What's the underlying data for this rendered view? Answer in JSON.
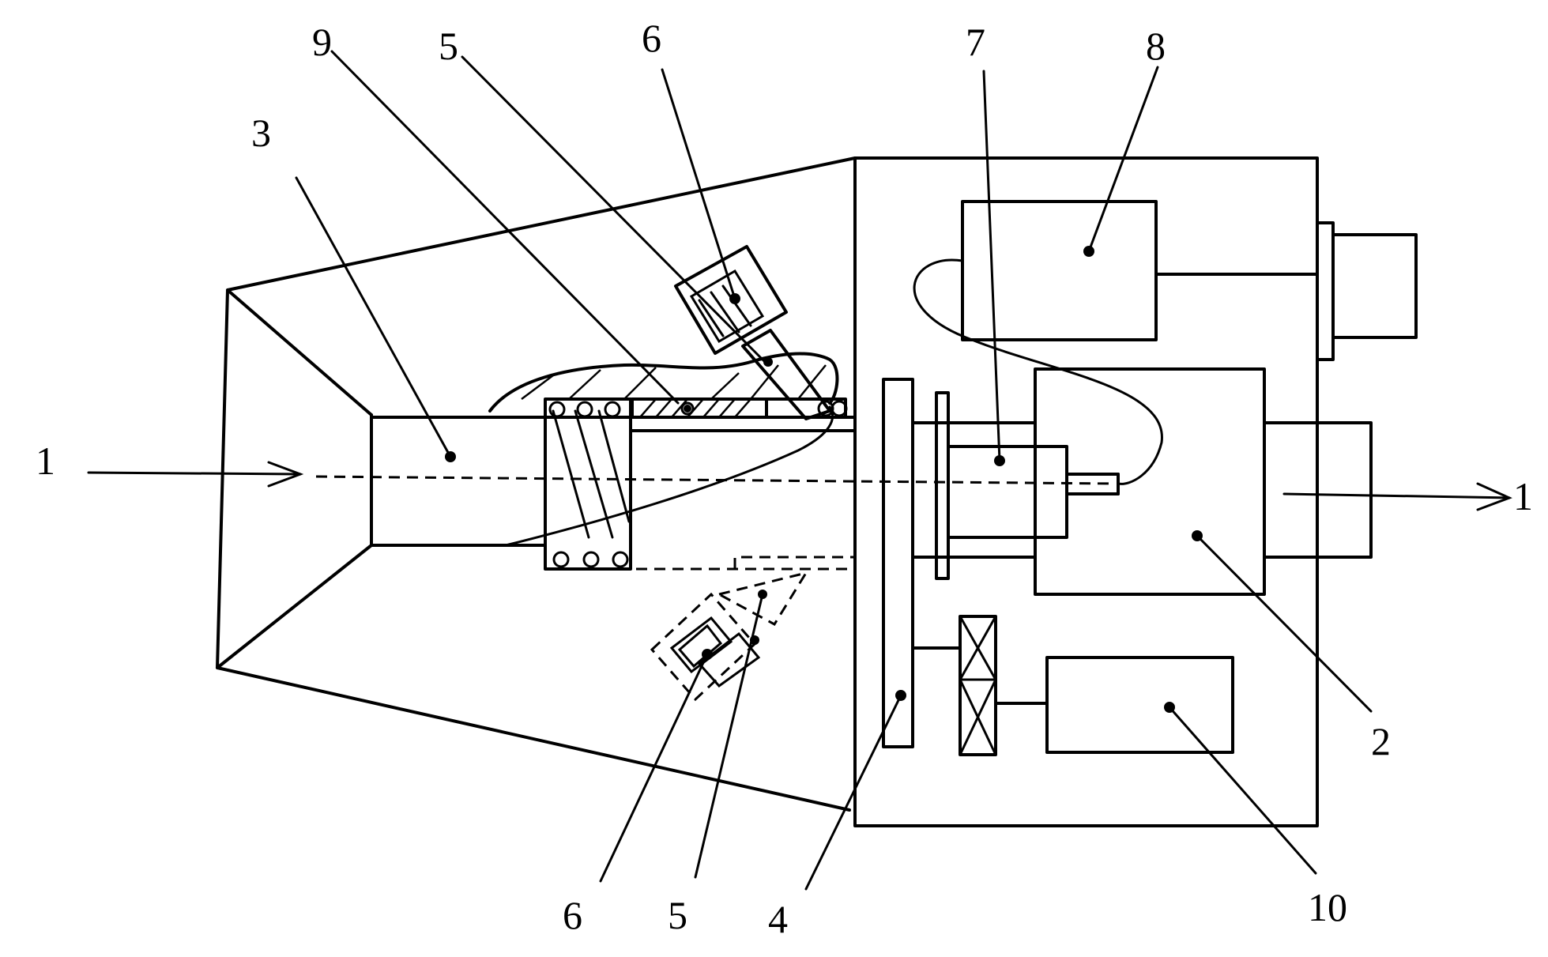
{
  "labels": {
    "flow_in": "1",
    "flow_out": "1",
    "part_2": "2",
    "part_3": "3",
    "part_4": "4",
    "part_5_top": "5",
    "part_5_bottom": "5",
    "part_6_top": "6",
    "part_6_bottom": "6",
    "part_7": "7",
    "part_8": "8",
    "part_9": "9",
    "part_10": "10"
  },
  "colors": {
    "line": "#000000",
    "background": "#ffffff"
  }
}
